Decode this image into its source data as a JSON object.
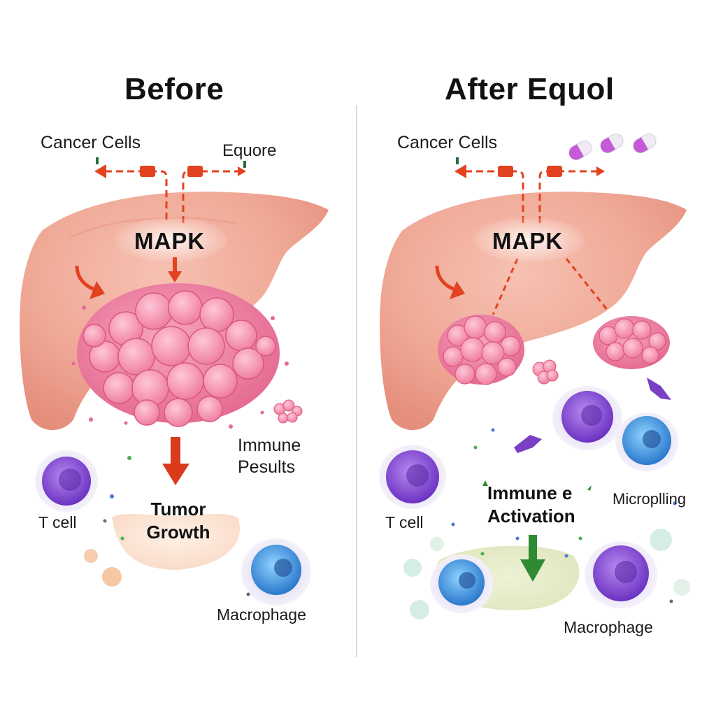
{
  "before": {
    "title": "Before",
    "cancer_cells": "Cancer Cells",
    "equore": "Equore",
    "mapk": "MAPK",
    "immune_results": "Immune\nPesults",
    "tumor_growth": "Tumor\nGrowth",
    "t_cell": "T cell",
    "macrophage": "Macrophage"
  },
  "after": {
    "title": "After Equol",
    "cancer_cells": "Cancer Cells",
    "mapk": "MAPK",
    "immune_activation": "Immune e\nActivation",
    "microphling": "Microplling",
    "t_cell": "T cell",
    "macrophage": "Macrophage"
  },
  "colors": {
    "liver": "#f0a896",
    "tumor": "#ee7a9c",
    "signal_arrow": "#e2421f",
    "growth_arrow": "#d93b1c",
    "activation_arrow": "#2f8a34",
    "t_cell": "#8a4fd6",
    "macrophage": "#4a9fe0",
    "capsule": "#c45ad6"
  }
}
